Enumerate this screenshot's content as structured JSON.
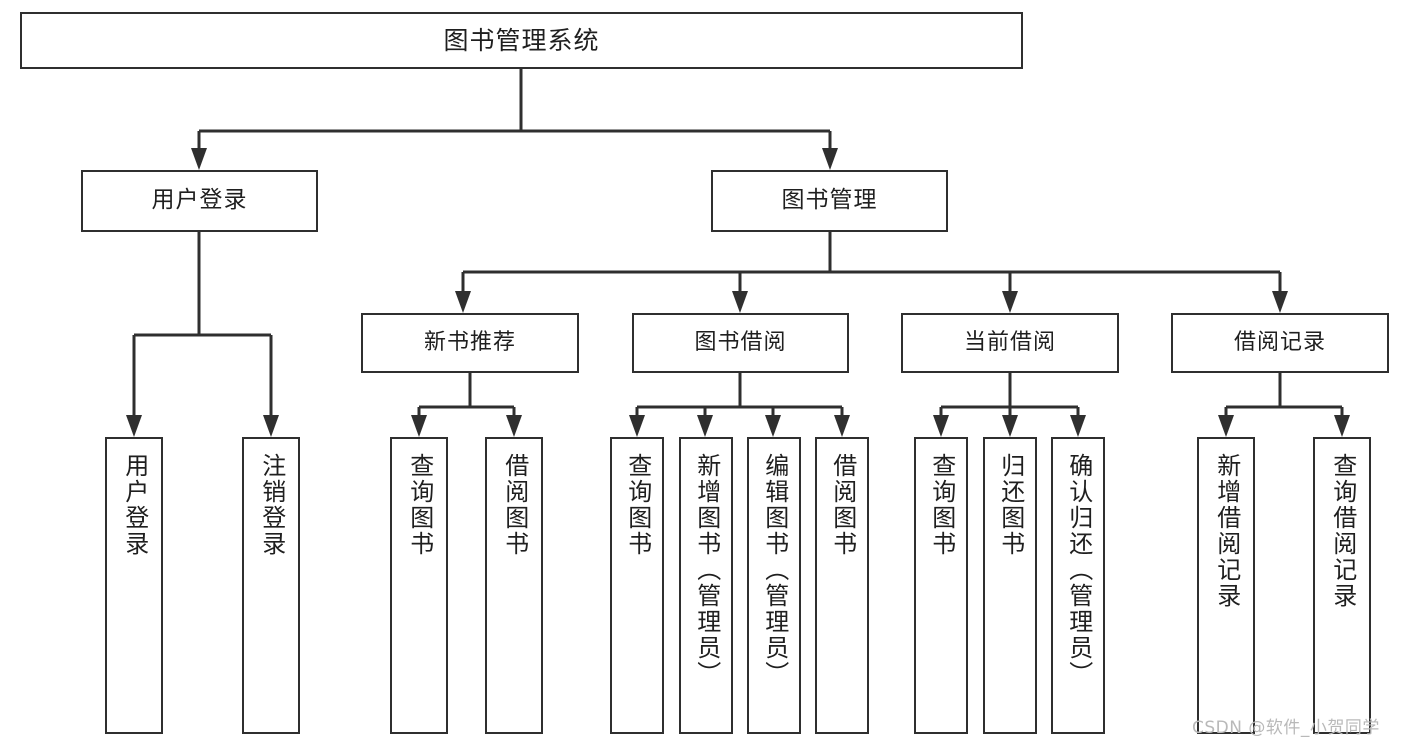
{
  "diagram": {
    "title": "图书管理系统",
    "type": "hierarchy-tree",
    "levels": 4,
    "orientation": "top-down",
    "watermark": "CSDN @软件_小贺同学",
    "colors": {
      "stroke": "#2f2f2f",
      "box_fill": "#ffffff",
      "text": "#1f1f1f",
      "background": "#ffffff",
      "watermark": "#b9b9b9"
    }
  },
  "root": {
    "label": "图书管理系统"
  },
  "level1": [
    {
      "label": "用户登录"
    },
    {
      "label": "图书管理"
    }
  ],
  "level2": [
    {
      "label": "新书推荐"
    },
    {
      "label": "图书借阅"
    },
    {
      "label": "当前借阅"
    },
    {
      "label": "借阅记录"
    }
  ],
  "leaves": {
    "user_login": [
      {
        "label": "用户登录"
      },
      {
        "label": "注销登录"
      }
    ],
    "new_book": [
      {
        "label": "查询图书"
      },
      {
        "label": "借阅图书"
      }
    ],
    "book_borrow": [
      {
        "label": "查询图书"
      },
      {
        "label": "新增图书（管理员）"
      },
      {
        "label": "编辑图书（管理员）"
      },
      {
        "label": "借阅图书"
      }
    ],
    "current_borrow": [
      {
        "label": "查询图书"
      },
      {
        "label": "归还图书"
      },
      {
        "label": "确认归还（管理员）"
      }
    ],
    "borrow_record": [
      {
        "label": "新增借阅记录"
      },
      {
        "label": "查询借阅记录"
      }
    ]
  }
}
